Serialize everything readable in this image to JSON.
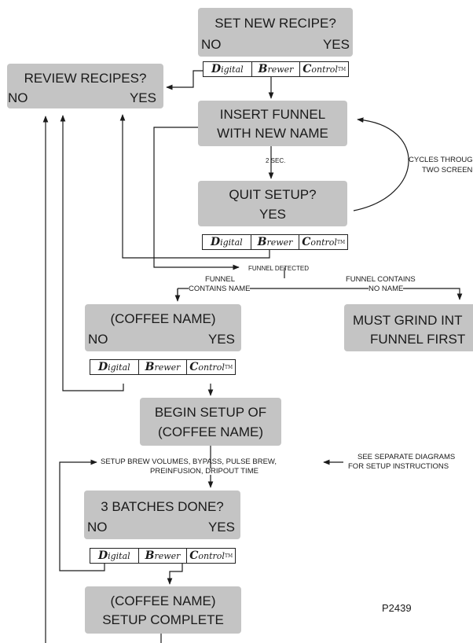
{
  "boxes": {
    "set_new_recipe": {
      "title": "SET NEW RECIPE?",
      "no": "NO",
      "yes": "YES"
    },
    "review_recipes": {
      "title": "REVIEW RECIPES?",
      "no": "NO",
      "yes": "YES"
    },
    "insert_funnel": {
      "line1": "INSERT FUNNEL",
      "line2": "WITH NEW NAME"
    },
    "quit_setup": {
      "title": "QUIT SETUP?",
      "yes": "YES"
    },
    "coffee_name": {
      "title": "(COFFEE NAME)",
      "no": "NO",
      "yes": "YES"
    },
    "must_grind": {
      "line1": "MUST GRIND INT",
      "line2": "FUNNEL FIRST"
    },
    "begin_setup": {
      "line1": "BEGIN SETUP OF",
      "line2": "(COFFEE NAME)"
    },
    "batches_done": {
      "title": "3 BATCHES DONE?",
      "no": "NO",
      "yes": "YES"
    },
    "setup_complete": {
      "line1": "(COFFEE NAME)",
      "line2": "SETUP COMPLETE"
    }
  },
  "keypad": {
    "digital_initial": "D",
    "digital_rest": "igital",
    "brewer_initial": "B",
    "brewer_rest": "rewer",
    "control_initial": "C",
    "control_rest": "ontrol",
    "trademark": "TM"
  },
  "notes": {
    "two_sec": "2 SEC.",
    "cycles_line1": "CYCLES THROUGH",
    "cycles_line2": "TWO SCREENS",
    "funnel_detected": "FUNNEL DETECTED",
    "contains_name_line1": "FUNNEL",
    "contains_name_line2": "CONTAINS NAME",
    "no_name_line1": "FUNNEL CONTAINS",
    "no_name_line2": "NO NAME",
    "setup_brew_line1": "SETUP BREW VOLUMES, BYPASS, PULSE BREW,",
    "setup_brew_line2": "PREINFUSION, DRIPOUT TIME",
    "see_separate_line1": "SEE SEPARATE DIAGRAMS",
    "see_separate_line2": "FOR SETUP INSTRUCTIONS"
  },
  "figure_id": "P2439"
}
